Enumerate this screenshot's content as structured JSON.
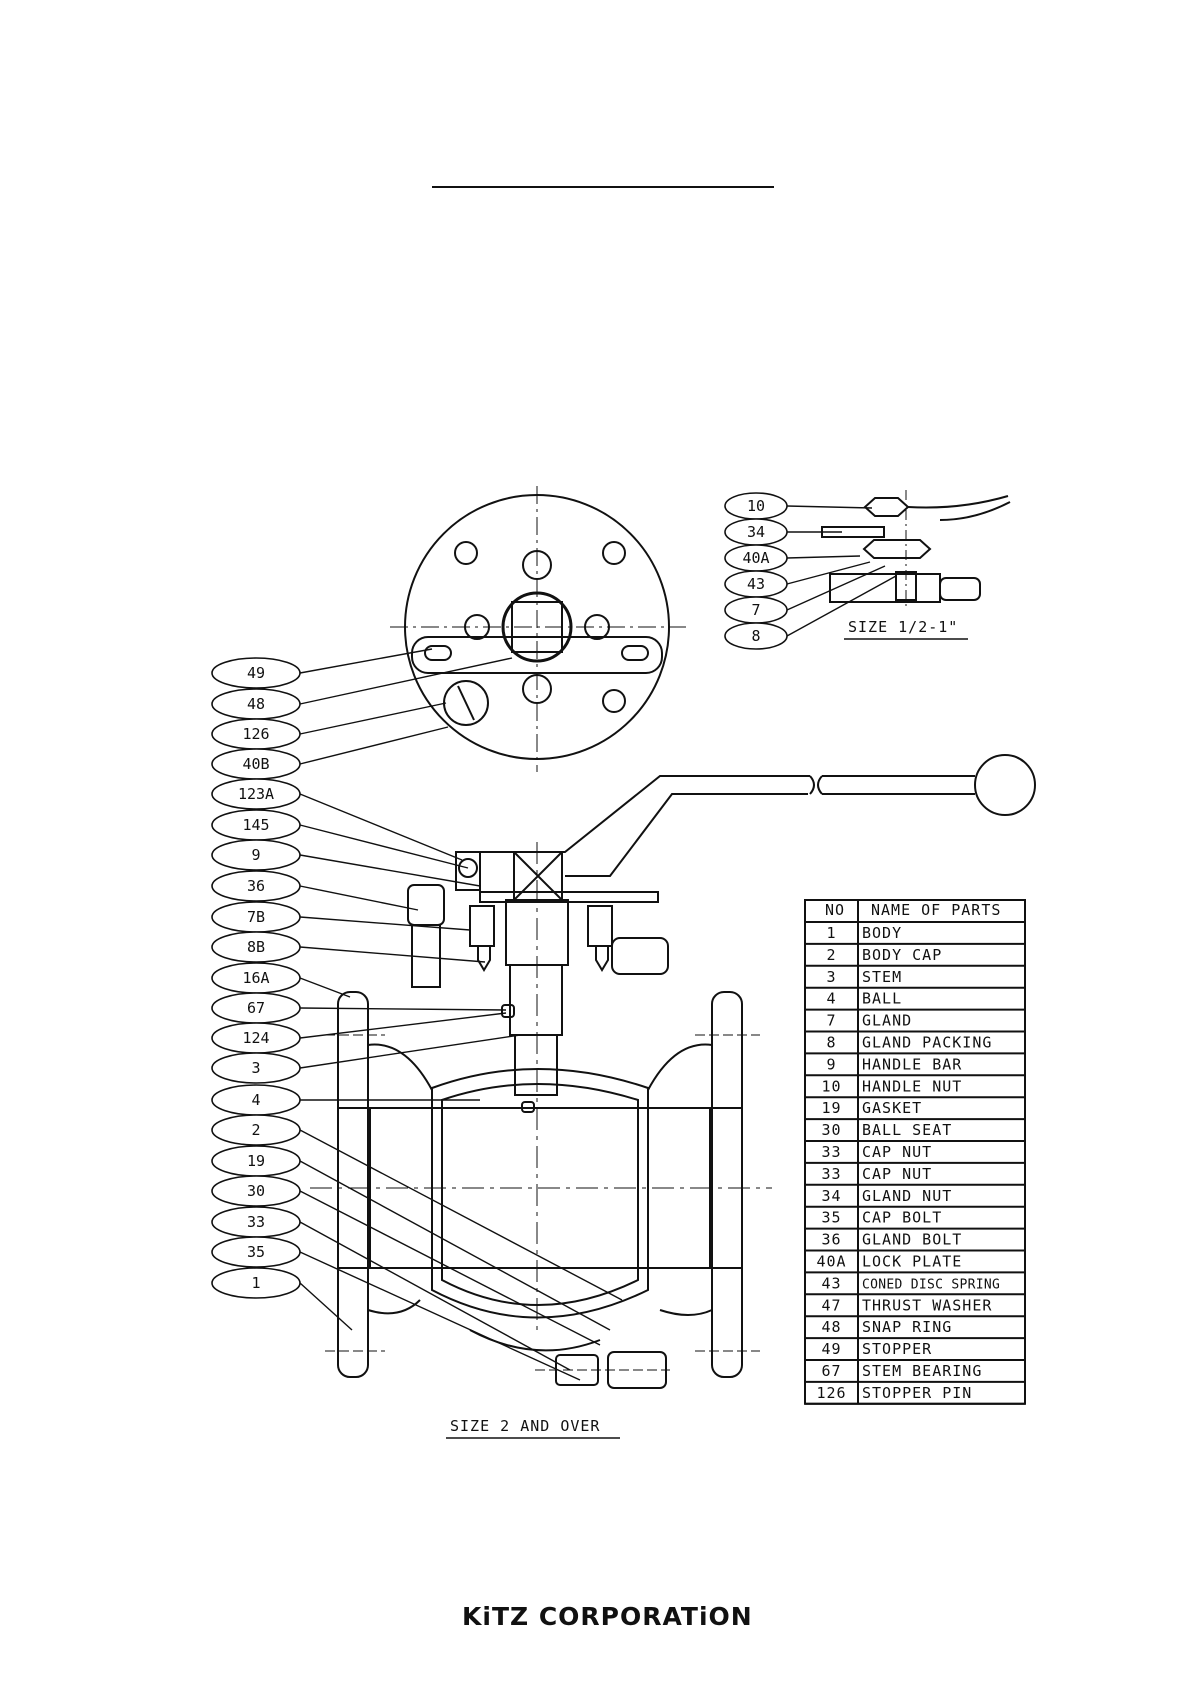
{
  "callouts_main": [
    "49",
    "48",
    "126",
    "40B",
    "123A",
    "145",
    "9",
    "36",
    "7B",
    "8B",
    "16A",
    "67",
    "124",
    "3",
    "4",
    "2",
    "19",
    "30",
    "33",
    "35",
    "1"
  ],
  "callouts_small": [
    "10",
    "34",
    "40A",
    "43",
    "7",
    "8"
  ],
  "captions": {
    "small_size": "SIZE 1/2-1\"",
    "main_size": "SIZE 2 AND OVER"
  },
  "parts_table": {
    "headers": [
      "NO",
      "NAME OF PARTS"
    ],
    "rows": [
      [
        "1",
        "BODY"
      ],
      [
        "2",
        "BODY CAP"
      ],
      [
        "3",
        "STEM"
      ],
      [
        "4",
        "BALL"
      ],
      [
        "7",
        "GLAND"
      ],
      [
        "8",
        "GLAND PACKING"
      ],
      [
        "9",
        "HANDLE BAR"
      ],
      [
        "10",
        "HANDLE NUT"
      ],
      [
        "19",
        "GASKET"
      ],
      [
        "30",
        "BALL SEAT"
      ],
      [
        "33",
        "CAP NUT"
      ],
      [
        "33",
        "CAP NUT"
      ],
      [
        "34",
        "GLAND NUT"
      ],
      [
        "35",
        "CAP BOLT"
      ],
      [
        "36",
        "GLAND BOLT"
      ],
      [
        "40A",
        "LOCK PLATE"
      ],
      [
        "43",
        "CONED DISC SPRING"
      ],
      [
        "47",
        "THRUST WASHER"
      ],
      [
        "48",
        "SNAP RING"
      ],
      [
        "49",
        "STOPPER"
      ],
      [
        "67",
        "STEM BEARING"
      ],
      [
        "126",
        "STOPPER PIN"
      ]
    ]
  },
  "logo": "KiTZ CORPORATiON",
  "colors": {
    "ink": "#111111",
    "paper": "#ffffff"
  }
}
